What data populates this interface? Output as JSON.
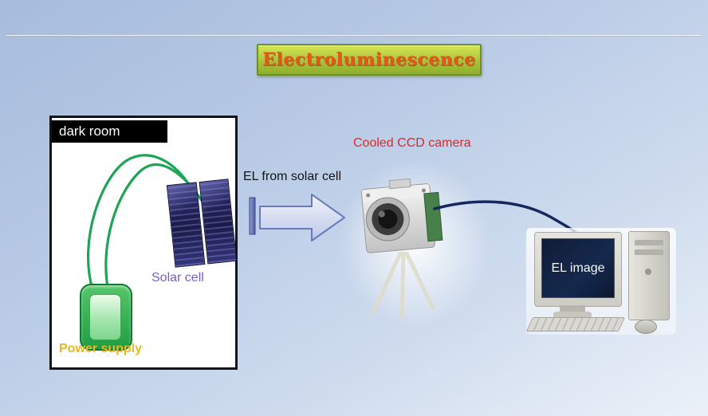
{
  "slide": {
    "title": "Electroluminescence"
  },
  "dark_room": {
    "label": "dark room",
    "solar_cell_label": "Solar cell",
    "power_supply_label": "Power supply"
  },
  "flow": {
    "el_arrow_label": "EL from solar cell",
    "camera_label": "Cooled CCD camera"
  },
  "computer": {
    "screen_text": "EL image"
  },
  "colors": {
    "background_top": "#a7bcdc",
    "background_bottom": "#ecf1f9",
    "title_text": "#e8541c",
    "banner_fill": "#a8c43a",
    "banner_border": "#6e8f2a",
    "camera_label": "#e02828",
    "solar_cell_label": "#7b5ec7",
    "power_supply_label": "#e9b81f",
    "wire_green": "#1fa457",
    "cable_navy": "#16275e",
    "arrow_outline": "#6a79b9"
  }
}
